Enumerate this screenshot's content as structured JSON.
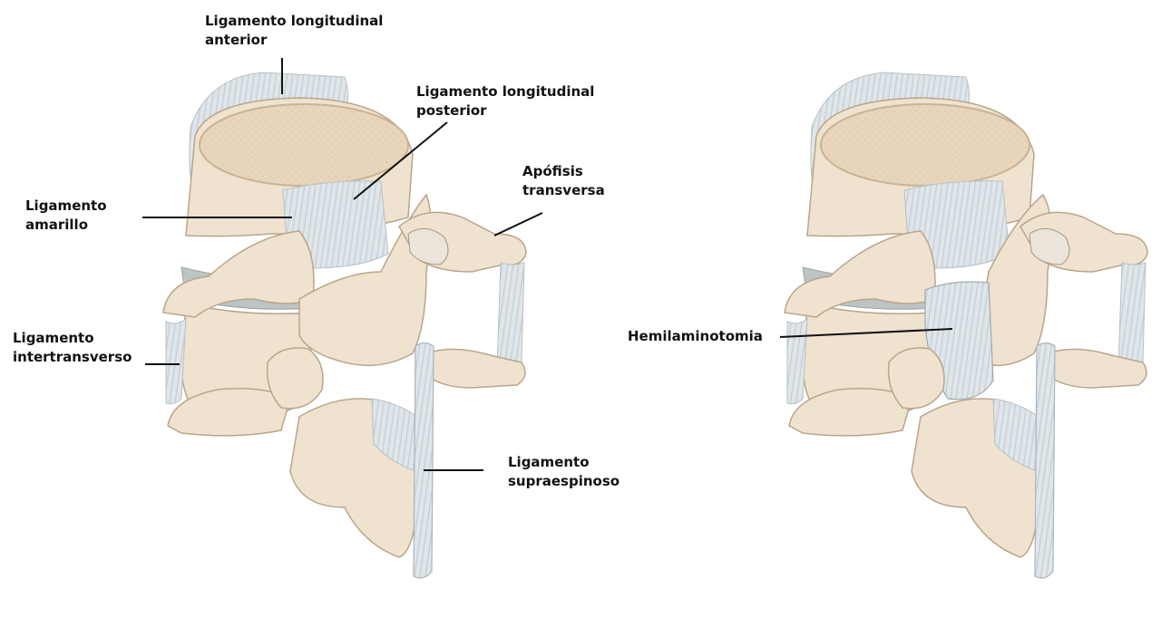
{
  "colors": {
    "bone": "#efe2cf",
    "bone_shadow": "#d9c6aa",
    "bone_outline": "#b9a68a",
    "endplate": "#e8d5bb",
    "disc": "#bcc4c4",
    "ligament": "#dfe6ea",
    "ligament_stripe": "#c3ccd2",
    "leader_line": "#111111"
  },
  "labels": {
    "ant_long": {
      "line1": "Ligamento longitudinal",
      "line2": "anterior"
    },
    "post_long": {
      "line1": "Ligamento longitudinal",
      "line2": "posterior"
    },
    "transverse_process": {
      "line1": "Apófisis",
      "line2": "transversa"
    },
    "yellow": {
      "line1": "Ligamento",
      "line2": "amarillo"
    },
    "intertransverse": {
      "line1": "Ligamento",
      "line2": "intertransverso"
    },
    "supraspinous": {
      "line1": "Ligamento",
      "line2": "supraespinoso"
    },
    "hemilaminotomy": {
      "line1": "Hemilaminotomia"
    }
  }
}
